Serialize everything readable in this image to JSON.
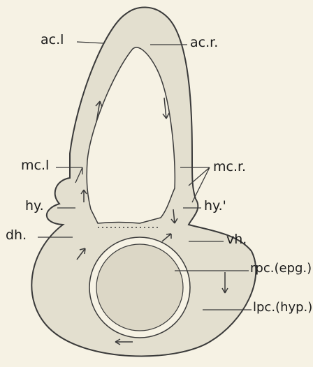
{
  "figure": {
    "labels": {
      "ac_l": "ac.l",
      "ac_r": "ac.r.",
      "mc_l": "mc.l",
      "mc_r": "mc.r.",
      "hy": "hy.",
      "hy_prime": "hy.'",
      "dh": "dh.",
      "vh": "vh.",
      "rpc": "rpc.(epg.)",
      "lpc": "lpc.(hyp.)"
    },
    "colors": {
      "background": "#f6f2e4",
      "tissue_fill": "#e3dfcf",
      "inner_fill": "#dcd7c6",
      "outline": "#3a3a3a"
    }
  }
}
